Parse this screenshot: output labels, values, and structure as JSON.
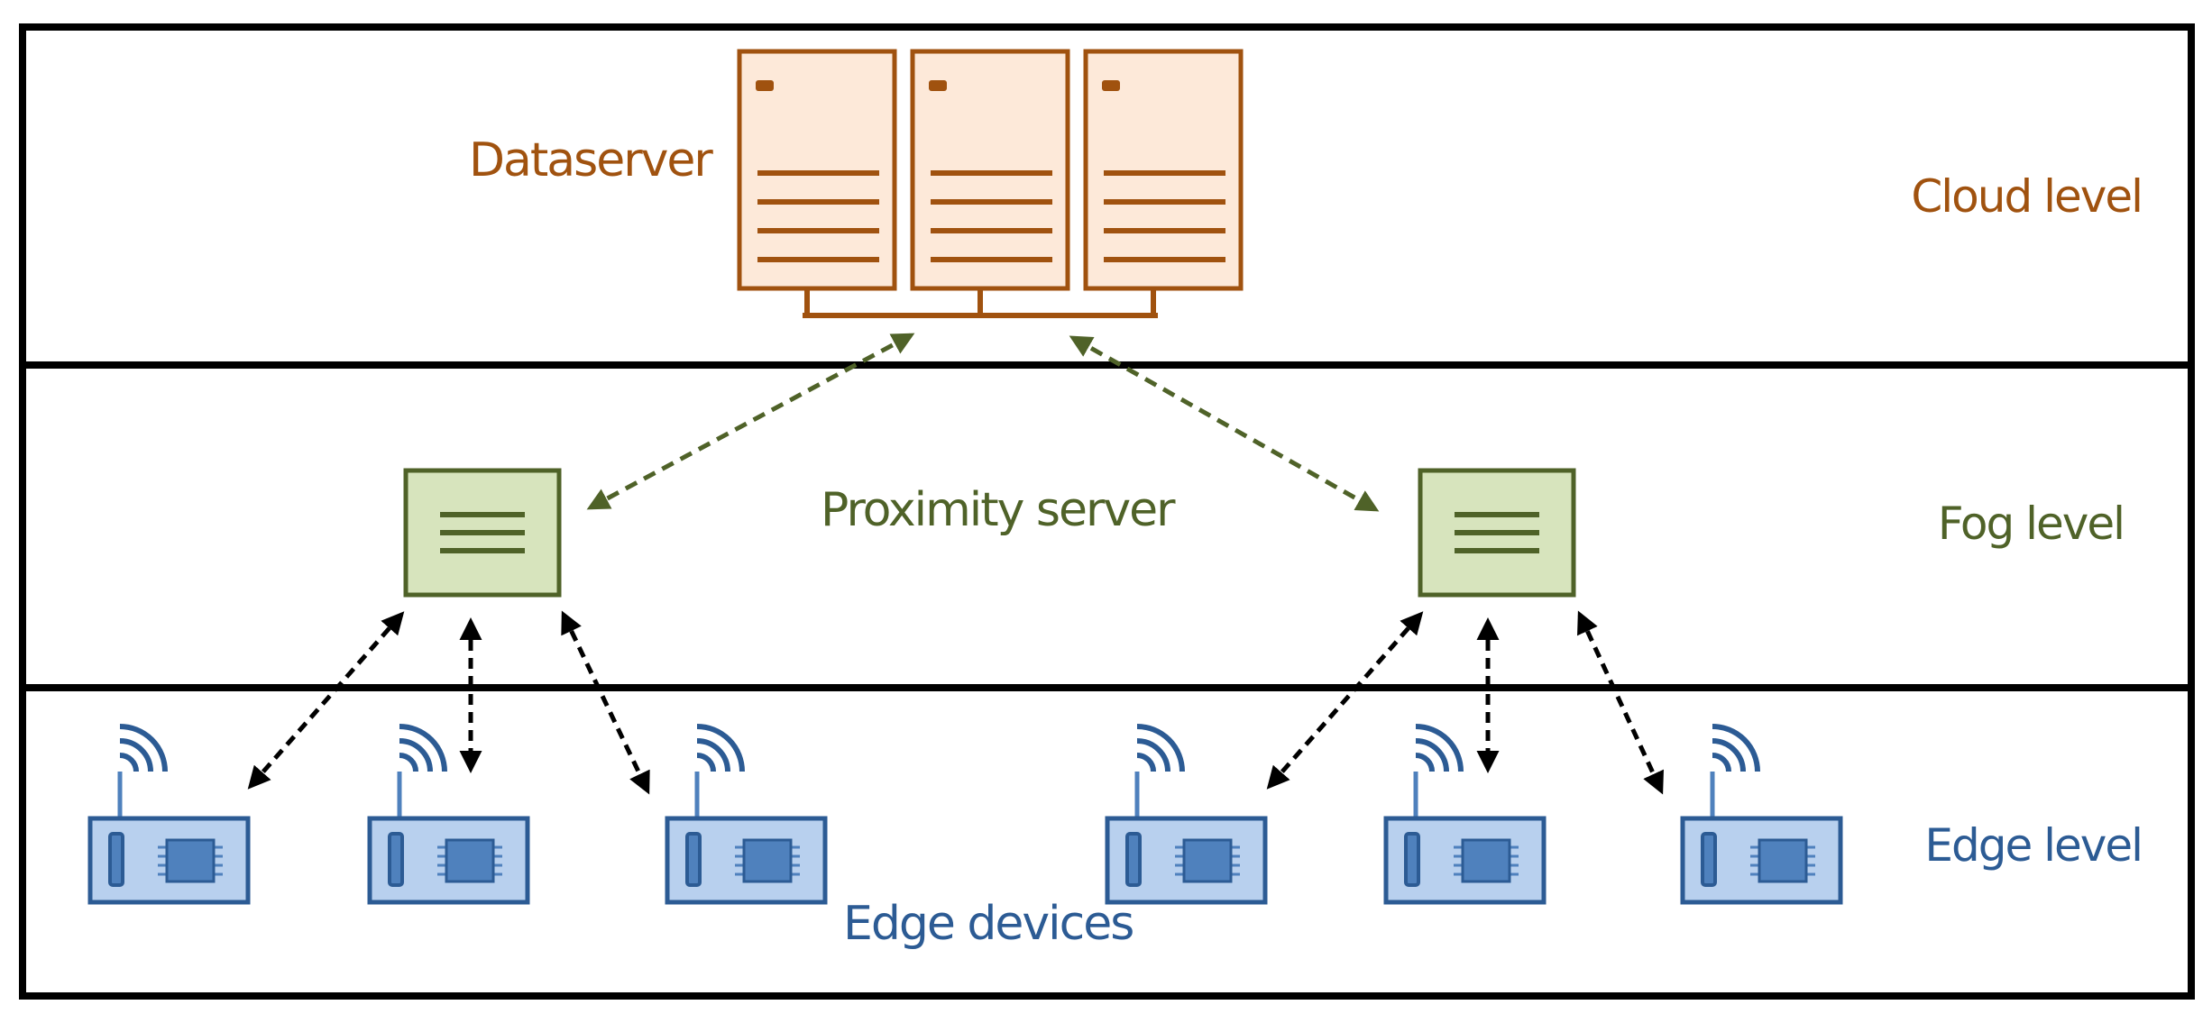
{
  "colors": {
    "cloud": "#a0520f",
    "cloud_fill": "#fde9d9",
    "fog": "#4f6228",
    "fog_fill": "#d7e4bd",
    "edge": "#2c5b94",
    "edge_fill": "#b8d0ee",
    "edge_light": "#4f81bd",
    "border": "#000000"
  },
  "levels": {
    "cloud": "Cloud level",
    "fog": "Fog level",
    "edge": "Edge level"
  },
  "labels": {
    "dataserver": "Dataserver",
    "proximity_server": "Proximity server",
    "edge_devices": "Edge devices"
  },
  "icons": {
    "dataserver": "server-rack-icon",
    "proximity_server": "fog-server-icon",
    "edge_device": "wireless-sensor-board-icon"
  },
  "counts": {
    "server_racks": 3,
    "proximity_servers": 2,
    "edge_devices": 6
  }
}
